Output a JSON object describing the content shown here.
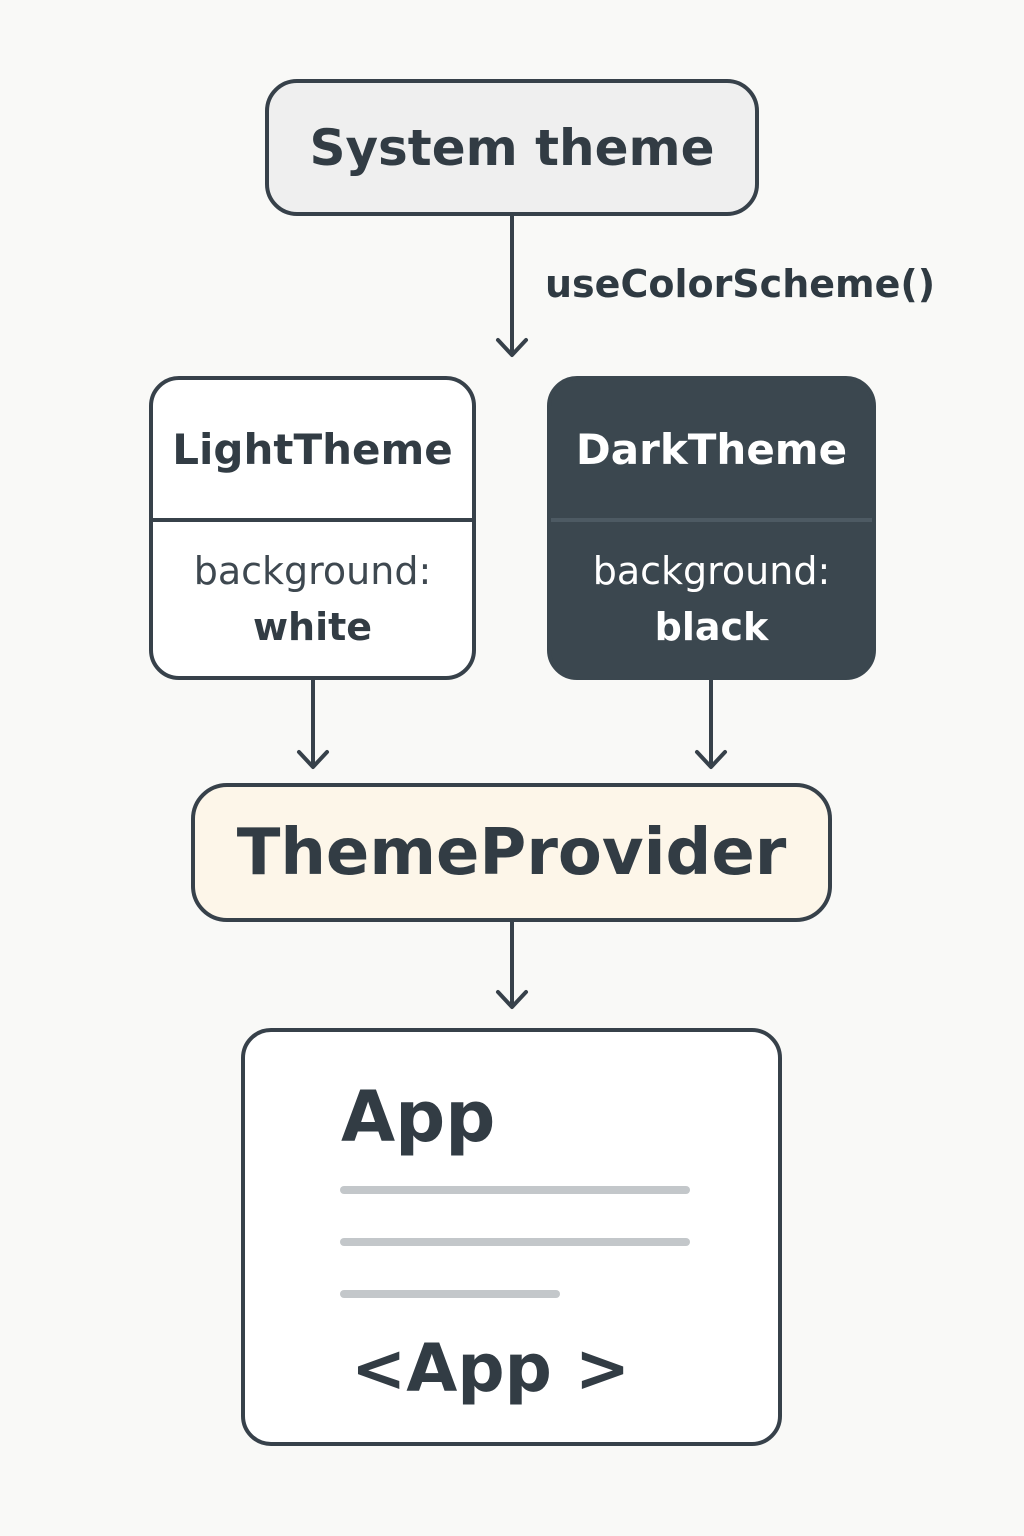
{
  "system_theme": {
    "label": "System theme"
  },
  "connector": {
    "label": "useColorScheme()"
  },
  "light_theme": {
    "title": "LightTheme",
    "property": "background:",
    "value": "white"
  },
  "dark_theme": {
    "title": "DarkTheme",
    "property": "background:",
    "value": "black"
  },
  "theme_provider": {
    "label": "ThemeProvider"
  },
  "app": {
    "title": "App",
    "tag": "<App >"
  },
  "colors": {
    "background": "#f9f9f7",
    "stroke": "#37414a",
    "dark_card": "#3b474f",
    "provider_fill": "#fdf6e9",
    "system_fill": "#efefef",
    "placeholder_line": "#c3c7ca"
  }
}
